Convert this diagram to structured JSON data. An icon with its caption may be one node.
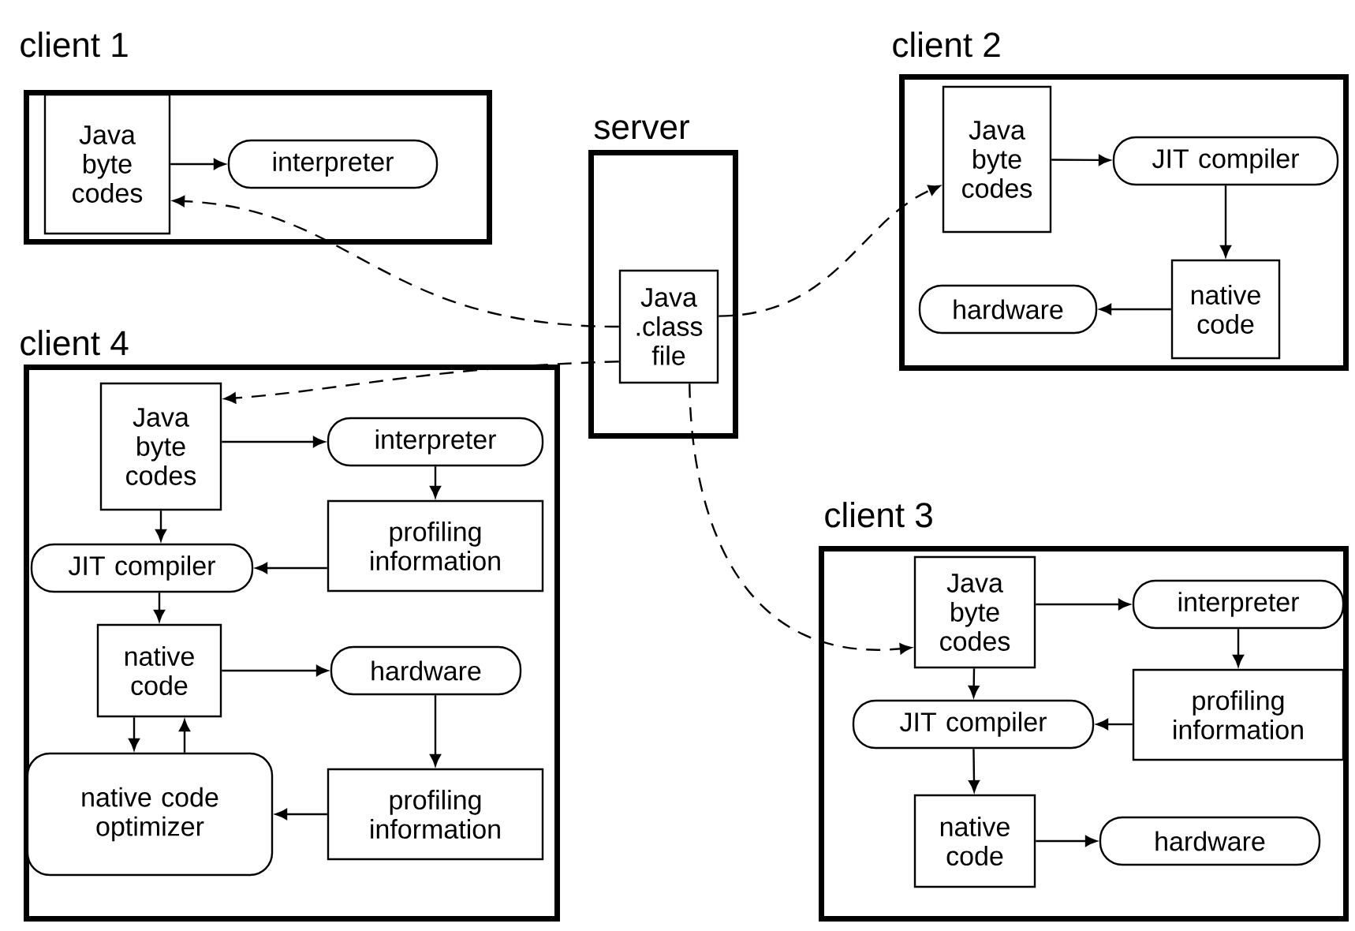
{
  "diagram": {
    "nodes": [
      {
        "text": [
          "client 1"
        ]
      },
      {
        "text": [
          "Java byte codes"
        ],
        "in": 0
      },
      {
        "text": [
          "interpreter"
        ],
        "in": 0
      },
      {
        "text": [
          "server"
        ]
      },
      {
        "text": [
          "Java .class file"
        ],
        "in": 3
      },
      {
        "text": [
          "client 2"
        ]
      },
      {
        "text": [
          "Java byte codes"
        ],
        "in": 5
      },
      {
        "text": [
          "JIT compiler"
        ],
        "in": 5
      },
      {
        "text": [
          "native code"
        ],
        "in": 5
      },
      {
        "text": [
          "hardware"
        ],
        "in": 5
      },
      {
        "text": [
          "client 4"
        ]
      },
      {
        "text": [
          "Java byte codes"
        ],
        "in": 10
      },
      {
        "text": [
          "interpreter"
        ],
        "in": 10
      },
      {
        "text": [
          "profiling information"
        ],
        "in": 10
      },
      {
        "text": [
          "JIT compiler"
        ],
        "in": 10
      },
      {
        "text": [
          "native code"
        ],
        "in": 10
      },
      {
        "text": [
          "hardware"
        ],
        "in": 10
      },
      {
        "text": [
          "profiling information"
        ],
        "in": 10
      },
      {
        "text": [
          "native code optimizer"
        ],
        "in": 10
      },
      {
        "text": [
          "client 3"
        ]
      },
      {
        "text": [
          "Java byte codes"
        ],
        "in": 19
      },
      {
        "text": [
          "interpreter"
        ],
        "in": 19
      },
      {
        "text": [
          "profiling information"
        ],
        "in": 19
      },
      {
        "text": [
          "JIT compiler"
        ],
        "in": 19
      },
      {
        "text": [
          "native code"
        ],
        "in": 19
      },
      {
        "text": [
          "hardware"
        ],
        "in": 19
      }
    ],
    "edges": [
      {
        "from": 1,
        "to": 2,
        "arrow": "to"
      },
      {
        "from": 4,
        "to": 1,
        "arrow": "to",
        "style": "dashed"
      },
      {
        "from": 4,
        "to": 6,
        "arrow": "to",
        "style": "dashed"
      },
      {
        "from": 4,
        "to": 11,
        "arrow": "to",
        "style": "dashed"
      },
      {
        "from": 4,
        "to": 20,
        "arrow": "to",
        "style": "dashed"
      },
      {
        "from": 6,
        "to": 7,
        "arrow": "to"
      },
      {
        "from": 7,
        "to": 8,
        "arrow": "to"
      },
      {
        "from": 8,
        "to": 9,
        "arrow": "to"
      },
      {
        "from": 11,
        "to": 12,
        "arrow": "to"
      },
      {
        "from": 12,
        "to": 13,
        "arrow": "to"
      },
      {
        "from": 13,
        "to": 14,
        "arrow": "to"
      },
      {
        "from": 11,
        "to": 14,
        "arrow": "to"
      },
      {
        "from": 14,
        "to": 15,
        "arrow": "to"
      },
      {
        "from": 15,
        "to": 16,
        "arrow": "to"
      },
      {
        "from": 16,
        "to": 17,
        "arrow": "to"
      },
      {
        "from": 17,
        "to": 18,
        "arrow": "to"
      },
      {
        "from": 15,
        "to": 18,
        "arrow": "to"
      },
      {
        "from": 18,
        "to": 15,
        "arrow": "to"
      },
      {
        "from": 20,
        "to": 21,
        "arrow": "to"
      },
      {
        "from": 21,
        "to": 22,
        "arrow": "to"
      },
      {
        "from": 22,
        "to": 23,
        "arrow": "to"
      },
      {
        "from": 20,
        "to": 23,
        "arrow": "to"
      },
      {
        "from": 23,
        "to": 24,
        "arrow": "to"
      },
      {
        "from": 24,
        "to": 25,
        "arrow": "to"
      }
    ]
  }
}
